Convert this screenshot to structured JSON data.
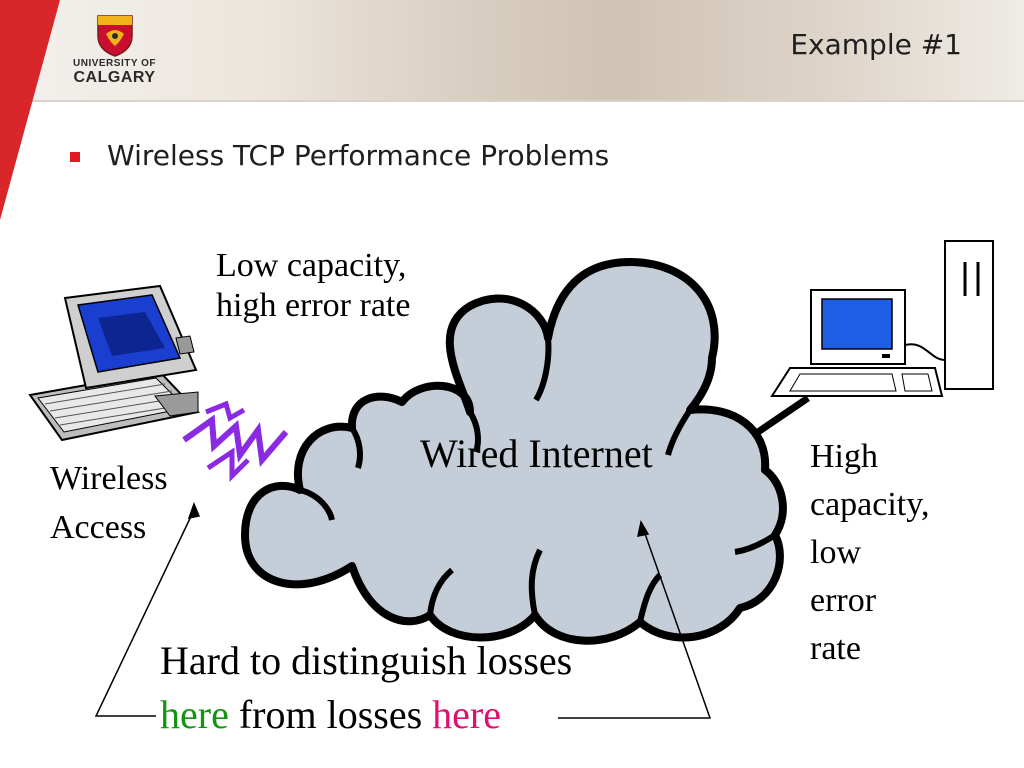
{
  "header": {
    "logo": {
      "line1": "UNIVERSITY OF",
      "line2": "CALGARY"
    },
    "slide_title": "Example #1"
  },
  "bullet": {
    "text": "Wireless TCP Performance Problems"
  },
  "diagram": {
    "low_capacity": [
      "Low capacity,",
      "high error rate"
    ],
    "wireless_access": [
      "Wireless",
      "Access"
    ],
    "cloud_label": "Wired Internet",
    "high_capacity": [
      "High",
      "capacity,",
      "low",
      "error",
      "rate"
    ],
    "caption": {
      "line1": "Hard to distinguish losses",
      "part1": "here",
      "part2": " from losses ",
      "part3": "here"
    }
  },
  "colors": {
    "accent_red": "#d9262b",
    "bullet_red": "#e01a22",
    "cloud_fill": "#c5ced8",
    "lightning": "#8a2be2",
    "highlight_green": "#149414",
    "highlight_pink": "#e0106e",
    "screen_blue": "#1f5fe6"
  },
  "icons": [
    "university-crest-icon",
    "laptop-icon",
    "wireless-lightning-icon",
    "desktop-computer-icon",
    "cloud-icon"
  ]
}
